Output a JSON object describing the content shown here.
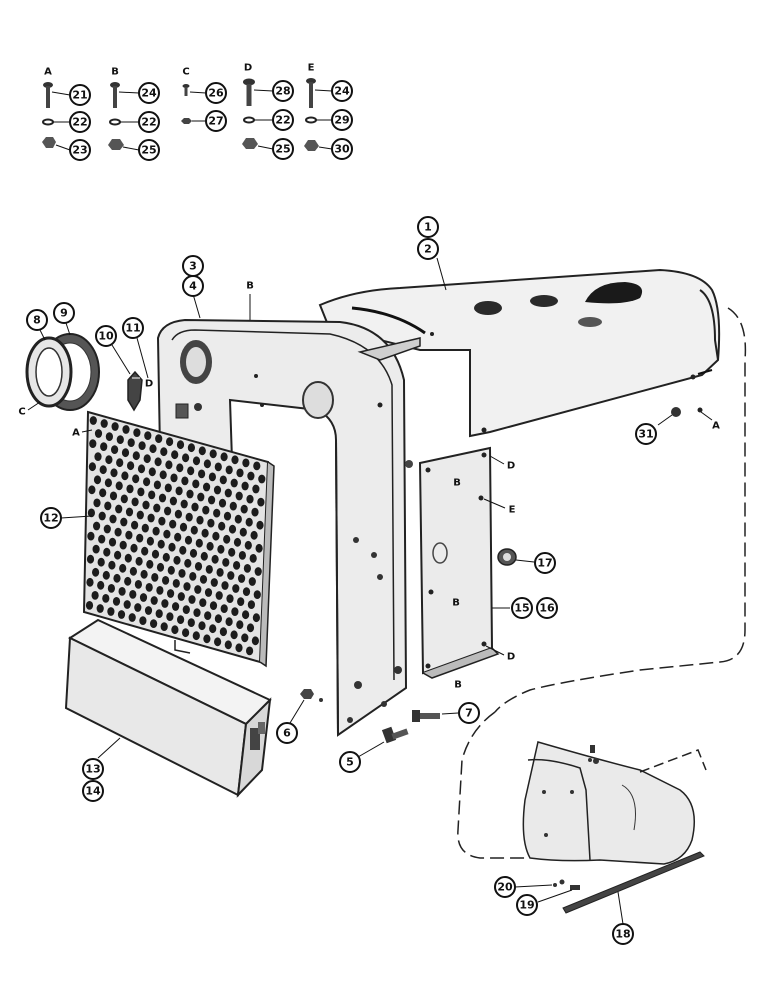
{
  "callouts": {
    "n1": "1",
    "n2": "2",
    "n3": "3",
    "n4": "4",
    "n5": "5",
    "n6": "6",
    "n7": "7",
    "n8": "8",
    "n9": "9",
    "n10": "10",
    "n11": "11",
    "n12": "12",
    "n13": "13",
    "n14": "14",
    "n15": "15",
    "n16": "16",
    "n17": "17",
    "n18": "18",
    "n19": "19",
    "n20": "20",
    "n31": "31"
  },
  "fastener_key": [
    {
      "letter": "A",
      "parts": [
        "21",
        "22",
        "23"
      ]
    },
    {
      "letter": "B",
      "parts": [
        "24",
        "22",
        "25"
      ]
    },
    {
      "letter": "C",
      "parts": [
        "26",
        "27"
      ]
    },
    {
      "letter": "D",
      "parts": [
        "28",
        "22",
        "25"
      ]
    },
    {
      "letter": "E",
      "parts": [
        "24",
        "29",
        "30"
      ]
    }
  ],
  "letters": {
    "A": "A",
    "B": "B",
    "C": "C",
    "D": "D",
    "E": "E"
  }
}
